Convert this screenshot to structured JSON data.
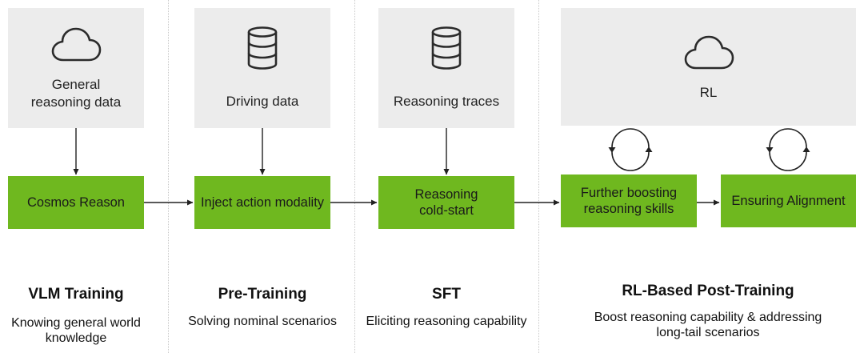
{
  "stages": [
    {
      "source_label": "General\nreasoning data",
      "source_icon": "cloud-icon",
      "process_label": "Cosmos Reason",
      "title": "VLM Training",
      "description": "Knowing general world\nknowledge"
    },
    {
      "source_label": "Driving data",
      "source_icon": "database-icon",
      "process_label": "Inject action modality",
      "title": "Pre-Training",
      "description": "Solving nominal scenarios"
    },
    {
      "source_label": "Reasoning traces",
      "source_icon": "database-icon",
      "process_label": "Reasoning\ncold-start",
      "title": "SFT",
      "description": "Eliciting reasoning capability"
    },
    {
      "source_label": "RL",
      "source_icon": "cloud-icon",
      "process_labels": [
        "Further boosting\nreasoning skills",
        "Ensuring Alignment"
      ],
      "loop_icon": "refresh-cycle-icon",
      "title": "RL-Based Post-Training",
      "description": "Boost reasoning capability & addressing\nlong-tail scenarios"
    }
  ],
  "colors": {
    "process_box": "#6fb81f",
    "source_box": "#ececec",
    "icon_stroke": "#2b2b2b",
    "arrow": "#222222"
  }
}
